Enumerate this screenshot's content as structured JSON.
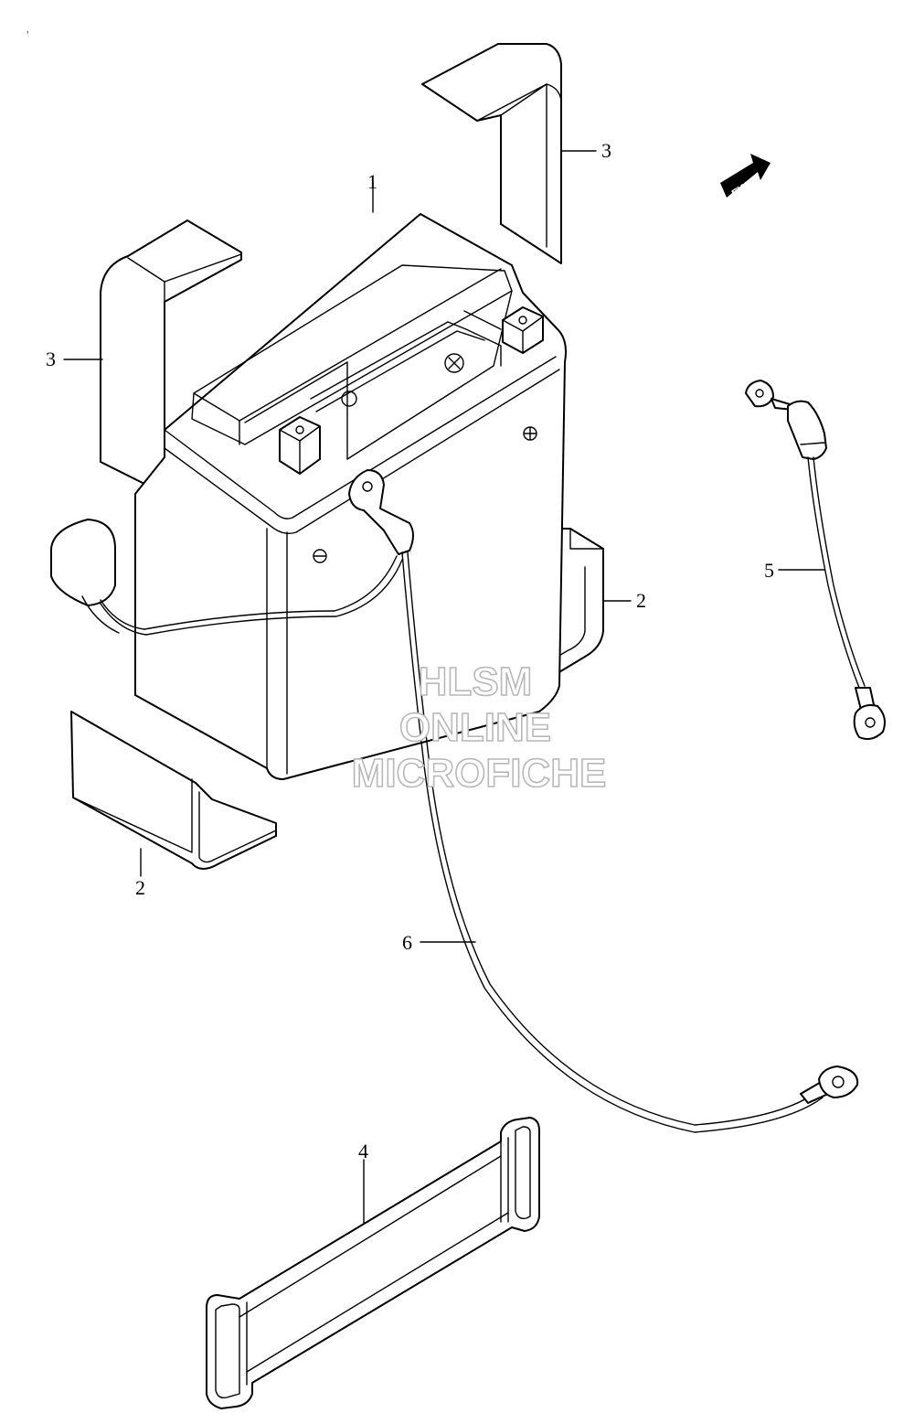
{
  "top_mark": "ʾ",
  "fwd_label": "FWD",
  "callouts": [
    {
      "id": "battery",
      "label": "1"
    },
    {
      "id": "bracket-upper-right",
      "label": "3"
    },
    {
      "id": "bracket-upper-left",
      "label": "3"
    },
    {
      "id": "bracket-lower-right",
      "label": "2"
    },
    {
      "id": "bracket-lower-left",
      "label": "2"
    },
    {
      "id": "strap",
      "label": "4"
    },
    {
      "id": "lead-short",
      "label": "5"
    },
    {
      "id": "lead-long",
      "label": "6"
    }
  ],
  "watermark": {
    "line1": "HLSM",
    "line2": "ONLINE",
    "line3": "MICROFICHE"
  }
}
